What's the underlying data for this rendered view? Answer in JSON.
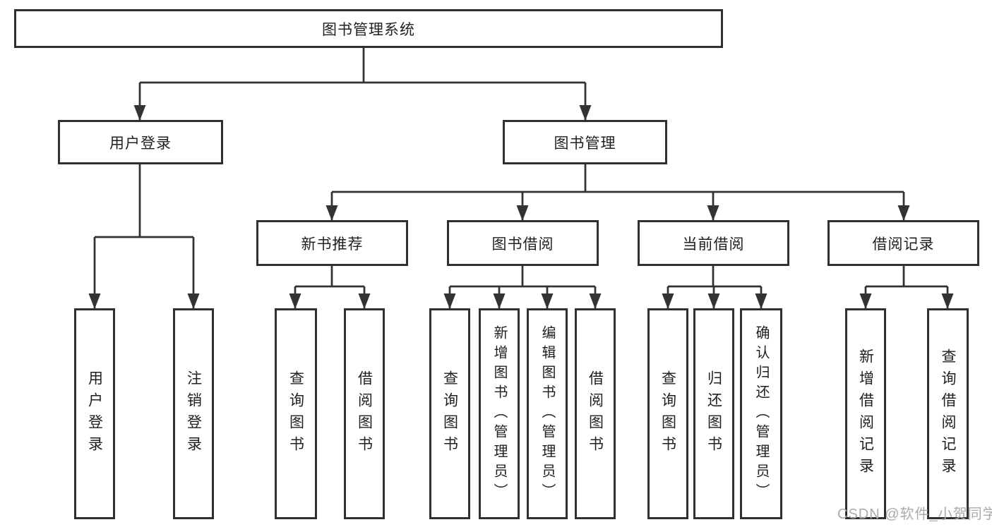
{
  "diagram": {
    "root": {
      "label": "图书管理系统"
    },
    "user_login": {
      "label": "用户登录",
      "children": [
        {
          "label": "用户登录"
        },
        {
          "label": "注销登录"
        }
      ]
    },
    "book_mgmt": {
      "label": "图书管理",
      "children": [
        {
          "label": "新书推荐",
          "children": [
            {
              "label": "查询图书"
            },
            {
              "label": "借阅图书"
            }
          ]
        },
        {
          "label": "图书借阅",
          "children": [
            {
              "label": "查询图书"
            },
            {
              "label": "新增图书（管理员）"
            },
            {
              "label": "编辑图书（管理员）"
            },
            {
              "label": "借阅图书"
            }
          ]
        },
        {
          "label": "当前借阅",
          "children": [
            {
              "label": "查询图书"
            },
            {
              "label": "归还图书"
            },
            {
              "label": "确认归还（管理员）"
            }
          ]
        },
        {
          "label": "借阅记录",
          "children": [
            {
              "label": "新增借阅记录"
            },
            {
              "label": "查询借阅记录"
            }
          ]
        }
      ]
    },
    "watermark": "CSDN @软件_小贺同学",
    "colors": {
      "line": "#333333",
      "box_border": "#303030",
      "box_fill": "#ffffff",
      "text": "#1f1f1f",
      "watermark": "#ababab"
    }
  }
}
